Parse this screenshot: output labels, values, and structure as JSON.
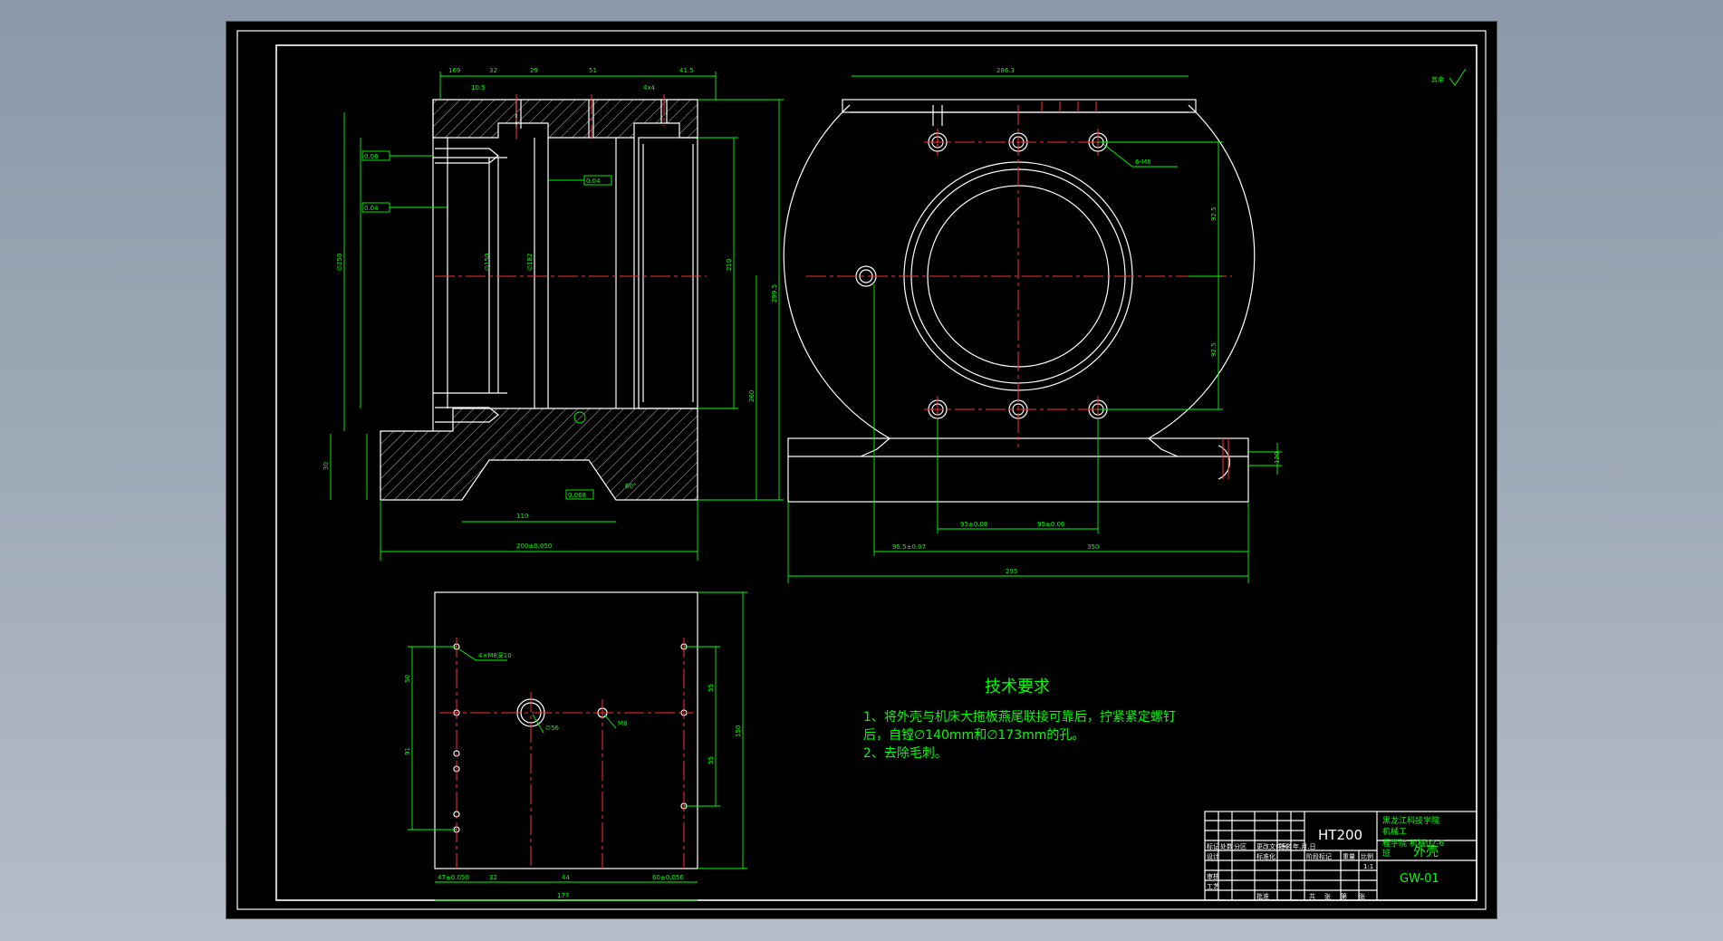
{
  "tech_requirements": {
    "title": "技术要求",
    "line1": "1、将外壳与机床大拖板燕尾联接可靠后，拧紧紧定螺钉",
    "line2": "后，自镗∅140mm和∅173mm的孔。",
    "line3": "2、去除毛刺。"
  },
  "title_block": {
    "material": "HT200",
    "school": "黑龙江科技学院",
    "dept": "机械工",
    "class": "程学院 机械02-6",
    "class2": "班",
    "part_name": "外壳",
    "drawing_no": "GW-01",
    "scale": "1:1",
    "headers": [
      "标记",
      "处数",
      "分区",
      "更改文件号",
      "签名",
      "年.月.日"
    ],
    "roles": [
      "设计",
      "审核",
      "工艺",
      "标准化",
      "批准"
    ],
    "stage_labels": [
      "阶段标记",
      "重量",
      "比例"
    ],
    "sheet_labels": [
      "共",
      "张",
      "第",
      "张"
    ]
  },
  "dimensions": {
    "front": [
      "169",
      "32",
      "29",
      "51",
      "41.5",
      "4x4",
      "10.5",
      "0.06",
      "0.04",
      "0.04",
      "∅150",
      "∅182",
      "∅250",
      "210",
      "299.5",
      "260",
      "110",
      "200±0.050",
      "60°",
      "30",
      "0.068"
    ],
    "side": [
      "286.3",
      "350",
      "95.5±0.07",
      "92.5",
      "120",
      "95±0.08",
      "95±0.06",
      "6-M8",
      "295"
    ],
    "plan": [
      "4×M8深10",
      "∅56",
      "M8",
      "177",
      "32",
      "44",
      "47±0.050",
      "60±0.056",
      "50",
      "55",
      "91",
      "150",
      "55"
    ]
  },
  "annotations": {
    "roughness_general": "其余"
  }
}
